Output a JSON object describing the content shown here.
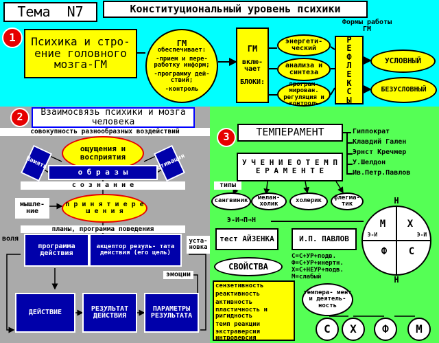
{
  "colors": {
    "cyan": "#00ffff",
    "yellow": "#ffff00",
    "green": "#55ff55",
    "blue": "#0000aa",
    "gray": "#aaaaaa",
    "red": "#e60000",
    "black": "#000000",
    "white": "#ffffff"
  },
  "header": {
    "topic": "Тема  N7",
    "title": "Конституциональный уровень психики"
  },
  "s1": {
    "num": "1",
    "title": "Психика и стро- ение головного мозга-ГМ",
    "gm_head": "ГМ",
    "gm_sub": "обеспечивает:",
    "gm_i1": "-прием и пере- работку информ;",
    "gm_i2": "-программу дей- ствий;",
    "gm_i3": "-контроль",
    "gm2": "ГМ",
    "gm2_a": "вклю- чает",
    "gm2_b": "БЛОКИ:",
    "block1": "энергети- ческий",
    "block2": "анализа и синтеза",
    "block3": "програм- мирован. регуляция и контроль",
    "forms": "Формы работы ГМ",
    "reflex": "Р Е Ф Л Е К С Ы",
    "cond": "УСЛОВНЫЙ",
    "uncond": "БЕЗУСЛОВНЫЙ"
  },
  "s2": {
    "num": "2",
    "title": "Взаимосвязь психики и мозга человека",
    "agg": "совокупность разнообразных воздействий",
    "feel": "ощущения и восприятия",
    "mem": "Память",
    "motiv": "Мотивация",
    "images": "о б р а з ы",
    "consc": "с о з н а н и е",
    "think": "мышле- ние",
    "decision": "п р и н я т и е р е ш е н и я",
    "plans": "планы, программа поведения",
    "will": "воля",
    "set": "уста- новка",
    "prog": "программа действия",
    "acceptor": "акцептор резуль- тата действия (его цель)",
    "emo": "эмоции",
    "action": "ДЕЙСТВИЕ",
    "result": "РЕЗУЛЬТАТ ДЕЙСТВИЯ",
    "params": "ПАРАМЕТРЫ РЕЗУЛЬТАТА"
  },
  "s3": {
    "num": "3",
    "title": "ТЕМПЕРАМЕНТ",
    "authors": [
      "Гиппократ",
      "Клавдий Гален",
      "Эрнст Кречмер",
      "У.Шелдон",
      "Ив.Петр.Павлов"
    ],
    "teaching": "У Ч Е Н И Е О Т Е М П Е Р А М Е Н Т Е",
    "types": "типы",
    "t1": "сангвиник",
    "t2": "мелан- холик",
    "t3": "холерик",
    "t4": "флегма- тик",
    "ei": "Э-И⇒П⇒Н",
    "test": "тест АЙЗЕНКА",
    "pavlov": "И.П. ПАВЛОВ",
    "formulas": [
      "С=С+УР+подв.",
      "Ф=С+УР+инертн.",
      "Х=С+НЕУР+подв.",
      "М=слабый"
    ],
    "props_head": "СВОЙСТВА",
    "props": [
      "сензетивность",
      "реактивность",
      "активность",
      "пластичность и ригидность",
      "темп реакции",
      "экстраверсия интроверсия"
    ],
    "temper_act": "темпера- мент и деятель- ность",
    "circle": {
      "top": "Н",
      "bottom": "Н",
      "m": "М",
      "x": "Х",
      "f": "Ф",
      "c": "С",
      "ei_l": "Э-И",
      "ei_r": "Э-И"
    },
    "letters": [
      "С",
      "Х",
      "Ф",
      "М"
    ]
  }
}
